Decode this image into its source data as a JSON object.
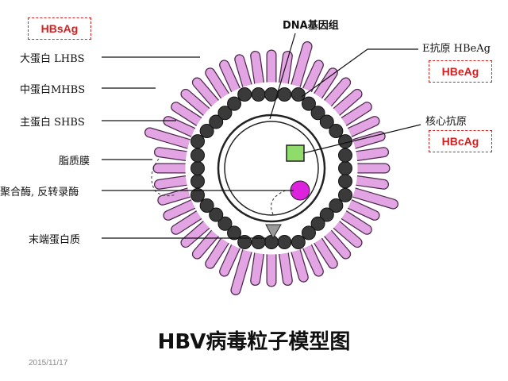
{
  "title": "HBV病毒粒子模型图",
  "date": "2015/11/17",
  "badges": {
    "hbsag": "HBsAg",
    "hbeag": "HBeAg",
    "hbcag": "HBcAg"
  },
  "labels": {
    "dna": "DNA基因组",
    "e_antigen": "E抗原 HBeAg",
    "core_antigen": "核心抗原",
    "lhbs": "大蛋白 LHBS",
    "mhbs": "中蛋白MHBS",
    "shbs": "主蛋白 SHBS",
    "lipid": "脂质膜",
    "polymerase": "聚合酶, 反转录酶",
    "terminal_protein": "末端蛋白质"
  },
  "colors": {
    "spike": "#e3a4e3",
    "spike_stroke": "#4a2a4a",
    "capsid": "#3a3a3a",
    "core_box": "#8fdc6a",
    "polymerase_dot": "#dd22dd",
    "terminal": "#9a9a9a",
    "badge": "#d62020"
  }
}
